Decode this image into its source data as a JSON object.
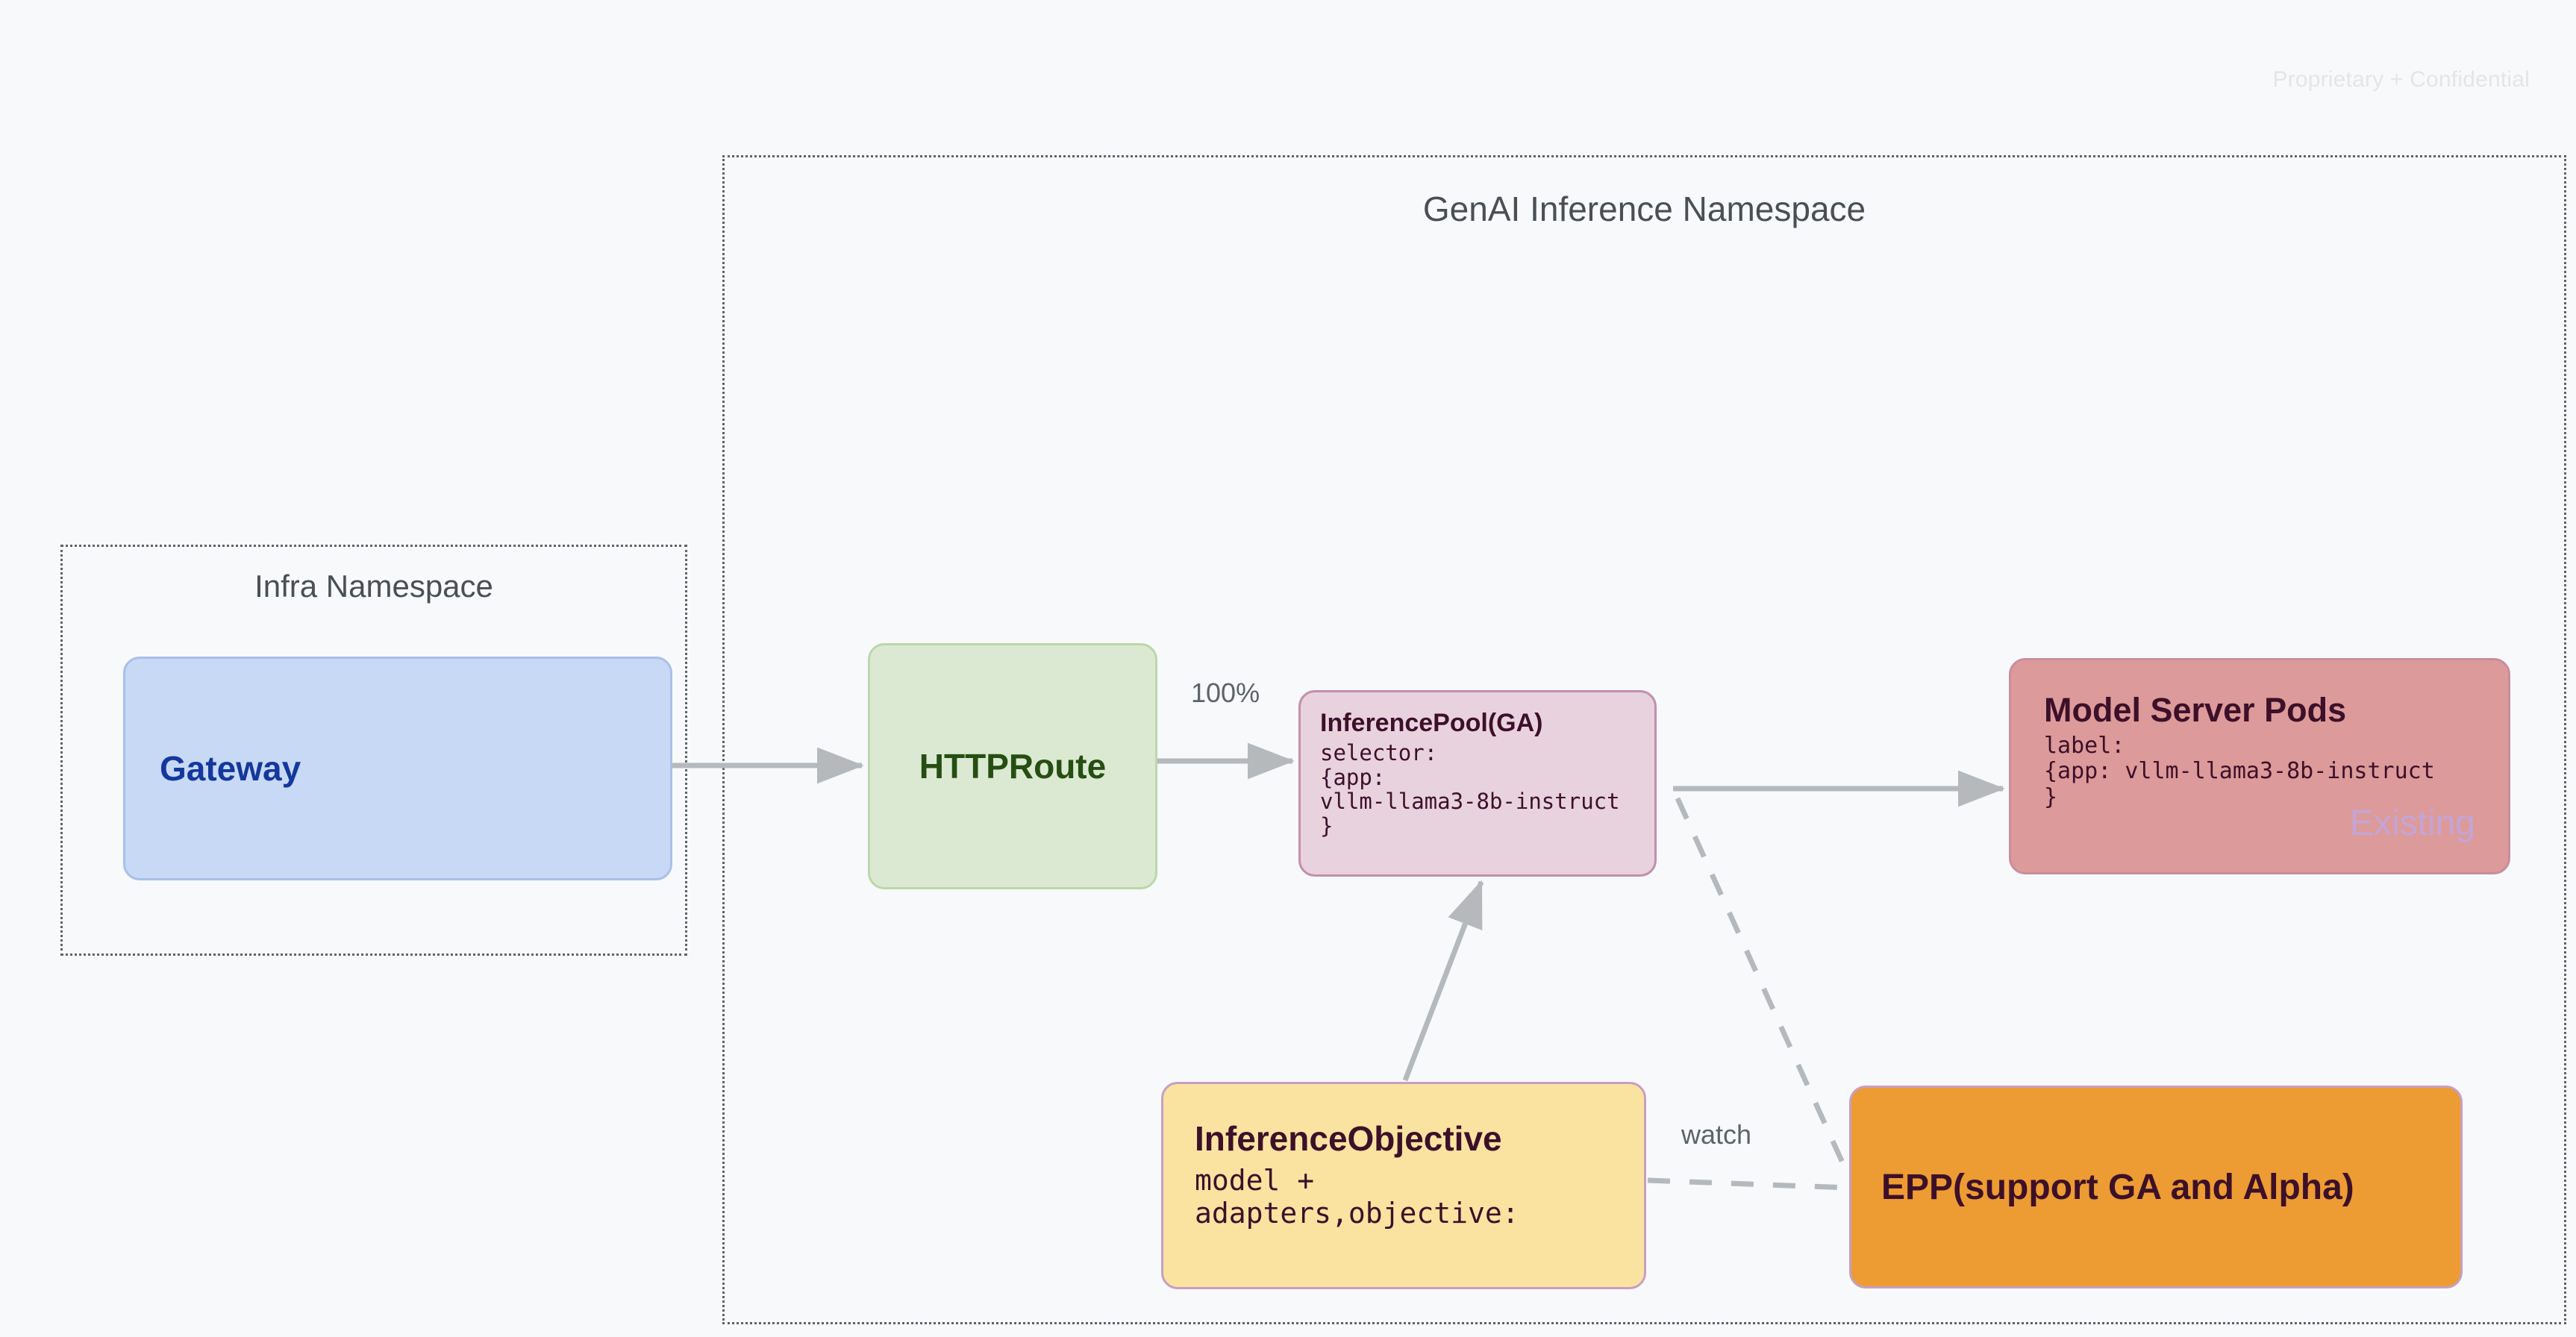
{
  "header": {
    "watermark": "Proprietary + Confidential"
  },
  "namespaces": {
    "infra": {
      "title": "Infra Namespace"
    },
    "genai": {
      "title": "GenAI Inference Namespace"
    }
  },
  "nodes": {
    "gateway": {
      "title": "Gateway"
    },
    "httproute": {
      "title": "HTTPRoute"
    },
    "inference_pool": {
      "title": "InferencePool(GA)",
      "body": "selector:\n{app:\nvllm-llama3-8b-instruct\n}"
    },
    "model_server_pods": {
      "title": "Model Server Pods",
      "body": "label:\n{app: vllm-llama3-8b-instruct\n}",
      "stamp": "Existing"
    },
    "inference_objective": {
      "title": "InferenceObjective",
      "body": "model +\nadapters,objective:"
    },
    "epp": {
      "title": "EPP(support GA and Alpha)"
    }
  },
  "edges": {
    "gateway_to_httproute": {
      "label": ""
    },
    "httproute_to_pool": {
      "label": "100%"
    },
    "pool_to_pods": {
      "label": ""
    },
    "objective_to_pool": {
      "label": ""
    },
    "pool_to_epp": {
      "label": ""
    },
    "objective_to_epp": {
      "label": "watch"
    }
  },
  "colors": {
    "background": "#f7f9fa",
    "gateway_fill": "#c8d9f6",
    "gateway_text": "#14389b",
    "httproute_fill": "#dbe9d2",
    "httproute_text": "#264e13",
    "inference_pool_fill": "#e8d2de",
    "model_server_fill": "#dd9a9a",
    "inference_objective_fill": "#fae3a1",
    "epp_fill": "#ed9b33",
    "dark_text": "#3d1029",
    "edge_stroke": "#b6b9bc",
    "namespace_border": "#5f6368"
  }
}
